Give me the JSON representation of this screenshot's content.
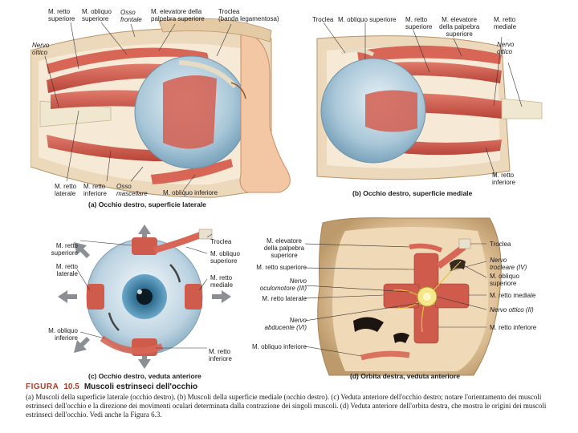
{
  "panel_a": {
    "labels": {
      "m_retto_superiore": "M. retto\nsuperiore",
      "m_obliquo_superiore": "M. obliquo\nsuperiore",
      "osso_frontale": "Osso\nfrontale",
      "m_elevatore": "M. elevatore della\npalpebra superiore",
      "troclea": "Troclea\n(banda legamentosa)",
      "nervo_ottico": "Nervo\nottico",
      "m_retto_laterale": "M. retto\nlaterale",
      "m_retto_inferiore": "M. retto\ninferiore",
      "osso_mascellare": "Osso\nmascellare",
      "m_obliquo_inferiore": "M. obliquo inferiore"
    },
    "caption": "(a) Occhio destro, superficie laterale"
  },
  "panel_b": {
    "labels": {
      "troclea": "Troclea",
      "m_obliquo_superiore": "M. obliquo superiore",
      "m_retto_superiore": "M. retto\nsuperiore",
      "m_elevatore": "M. elevatore\ndella palpebra\nsuperiore",
      "m_retto_mediale": "M. retto\nmediale",
      "nervo_ottico": "Nervo\nottico",
      "m_retto_inferiore": "M. retto\ninferiore"
    },
    "caption": "(b) Occhio destro, superficie mediale"
  },
  "panel_c": {
    "labels": {
      "m_retto_superiore": "M. retto\nsuperiore",
      "m_retto_laterale": "M. retto\nlaterale",
      "m_obliquo_inferiore": "M. obliquo\ninferiore",
      "troclea": "Troclea",
      "m_obliquo_superiore": "M. obliquo\nsuperiore",
      "m_retto_mediale": "M. retto\nmediale",
      "m_retto_inferiore": "M. retto\ninferiore"
    },
    "caption": "(c) Occhio destro, veduta anteriore"
  },
  "panel_d": {
    "labels": {
      "m_elevatore": "M. elevatore\ndella palpebra\nsuperiore",
      "m_retto_superiore": "M. retto superiore",
      "nervo_oculomotore": "Nervo\noculomotore (III)",
      "m_retto_laterale": "M. retto laterale",
      "nervo_abducente": "Nervo\nabducente (VI)",
      "m_obliquo_inferiore": "M. obliquo inferiore",
      "troclea": "Troclea",
      "nervo_trocleare": "Nervo\ntrocleare (IV)",
      "m_obliquo_superiore": "M. obliquo\nsuperiore",
      "m_retto_mediale": "M. retto mediale",
      "nervo_ottico": "Nervo ottico (II)",
      "m_retto_inferiore": "M. retto inferiore"
    },
    "caption": "(d) Orbita destra, veduta anteriore"
  },
  "figure_caption": {
    "label": "FIGURA",
    "number": "10.5",
    "title": "Muscoli estrinseci dell'occhio",
    "text": "(a) Muscoli della superficie laterale (occhio destro). (b) Muscoli della superficie mediale (occhio destro). (c) Veduta anteriore dell'occhio destro; notare l'orientamento dei muscoli estrinseci dell'occhio e la direzione dei movimenti oculari determinata dalla contrazione dei singoli muscoli. (d) Veduta anteriore dell'orbita destra, che mostra le origini dei muscoli estrinseci dell'occhio. Vedi anche la Figura 6.3."
  },
  "colors": {
    "muscle": "#c9544a",
    "muscle_light": "#e58a78",
    "tendon": "#e9e1cf",
    "sclera": "#cfe0ea",
    "iris": "#4b8fb3",
    "bone": "#e9d3b4",
    "bone_dark": "#cfae84",
    "skin": "#f1c6a2",
    "nerve": "#f2df6e",
    "caption_red": "#b03a24"
  }
}
